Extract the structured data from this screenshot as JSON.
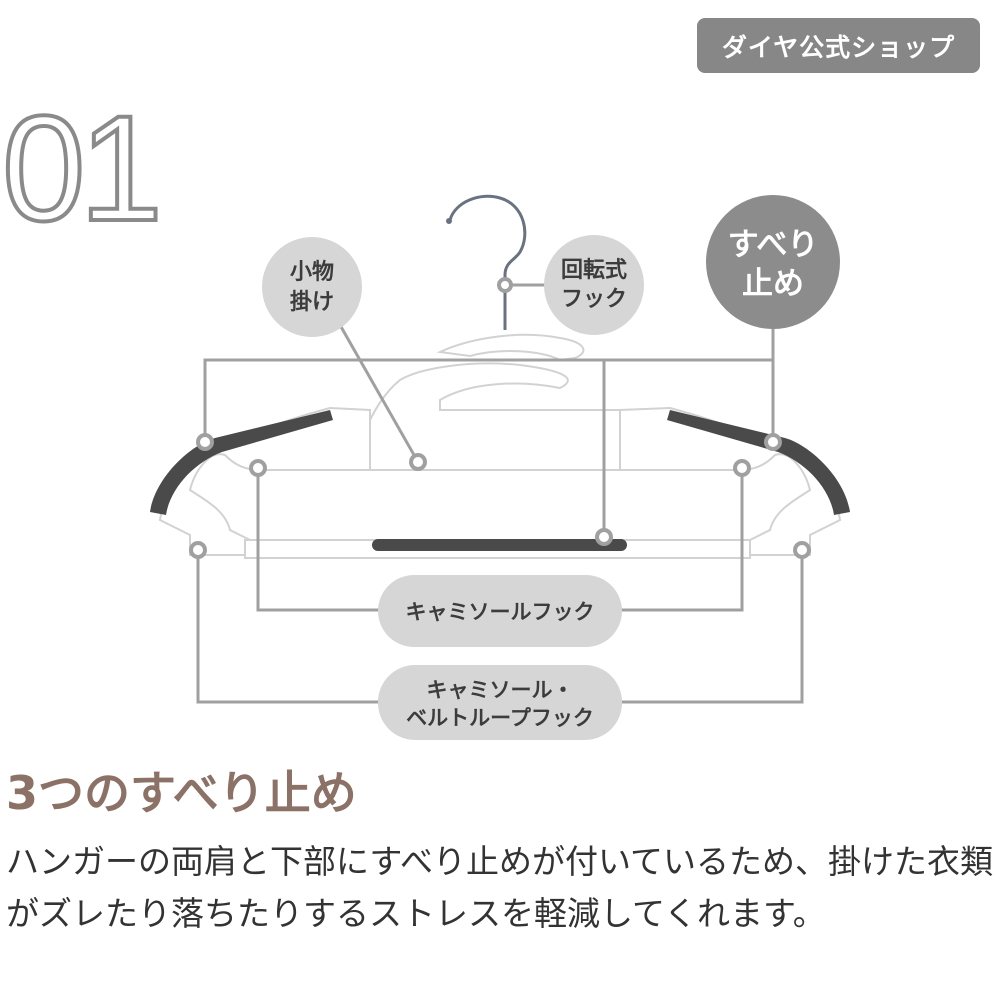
{
  "shop_badge": "ダイヤ公式ショップ",
  "step_number": "01",
  "diagram": {
    "label_small_items_1": "小物",
    "label_small_items_2": "掛け",
    "label_rotating_hook_1": "回転式",
    "label_rotating_hook_2": "フック",
    "label_non_slip_1": "すべり",
    "label_non_slip_2": "止め",
    "label_camisole_hook": "キャミソールフック",
    "label_belt_hook_1": "キャミソール・",
    "label_belt_hook_2": "ベルトループフック"
  },
  "heading": "3つのすべり止め",
  "body": "ハンガーの両肩と下部にすべり止めが付いているため、掛けた衣類がズレたり落ちたりするストレスを軽減してくれます。",
  "colors": {
    "badge_bg": "#878787",
    "callout_light": "#d6d6d6",
    "callout_dark": "#8c8c8c",
    "heading": "#8b7166",
    "line": "#a0a0a0",
    "grip": "#4a4a4a"
  }
}
